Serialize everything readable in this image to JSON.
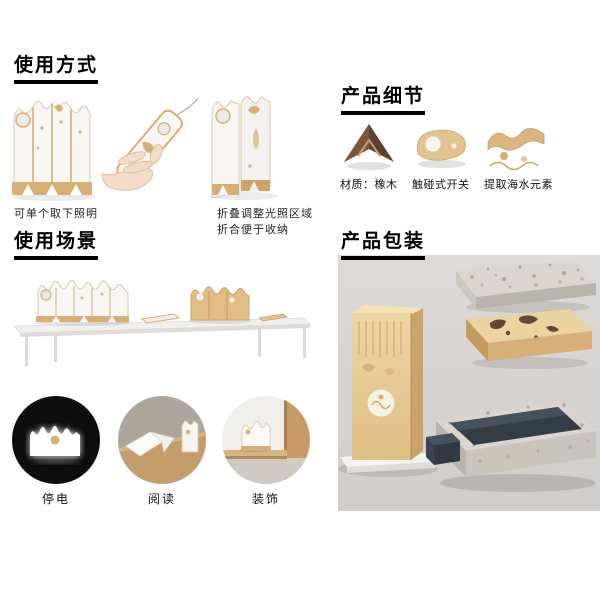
{
  "colors": {
    "accent_wood": "#D8AE72",
    "panel_gray": "#D8D5D2",
    "heading_black": "#000000",
    "dark_interior": "#333C47"
  },
  "sections": {
    "usage": {
      "title": "使用方式",
      "caption_left": "可单个取下照明",
      "caption_right_line1": "折叠调整光照区域",
      "caption_right_line2": "折合便于收纳"
    },
    "details": {
      "title": "产品细节",
      "items": [
        {
          "label": "材质：橡木"
        },
        {
          "label": "触碰式开关"
        },
        {
          "label": "提取海水元素"
        }
      ]
    },
    "scenes": {
      "title": "使用场景",
      "items": [
        {
          "label": "停电"
        },
        {
          "label": "阅读"
        },
        {
          "label": "装饰"
        }
      ]
    },
    "packaging": {
      "title": "产品包装"
    }
  }
}
